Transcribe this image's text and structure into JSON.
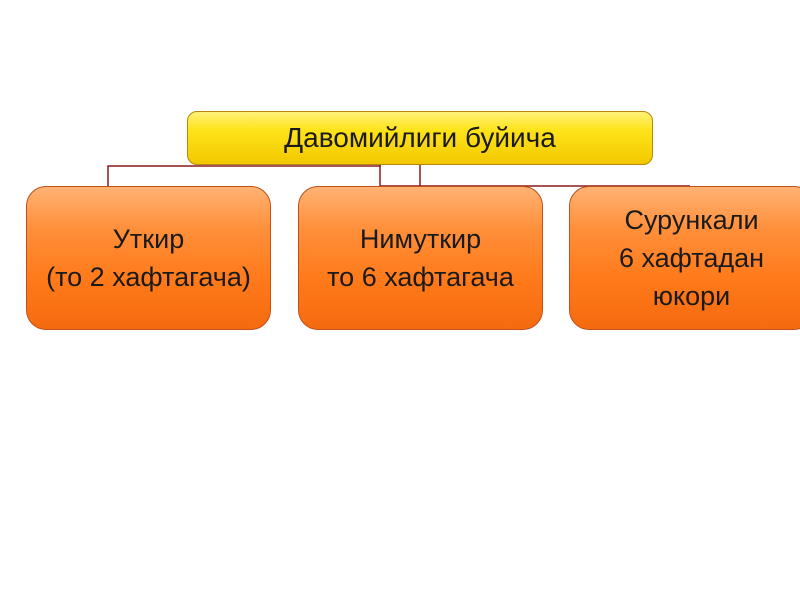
{
  "diagram": {
    "root": {
      "label": "Давомийлиги буйича"
    },
    "children": [
      {
        "lines": [
          "Уткир",
          "(то 2 хафтагача)"
        ]
      },
      {
        "lines": [
          "Нимуткир",
          "то 6 хафтагача"
        ]
      },
      {
        "lines": [
          "Сурункали",
          "6 хафтадан",
          "юкори"
        ]
      }
    ],
    "colors": {
      "root_fill": "#ffe31a",
      "root_border": "#b8860b",
      "child_fill": "#ff8f3a",
      "child_border": "#c0501a",
      "connector": "#8b1a1a"
    }
  }
}
